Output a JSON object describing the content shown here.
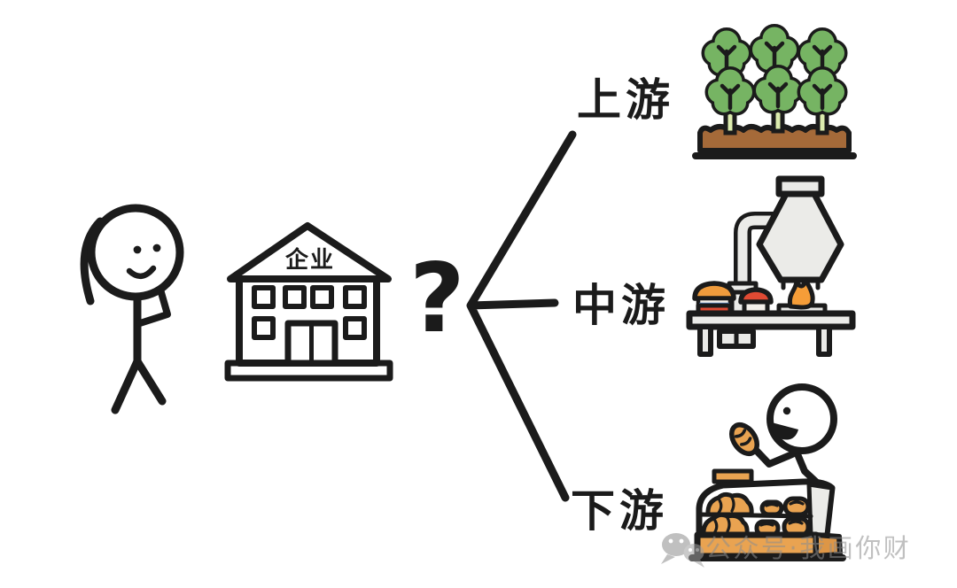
{
  "scene": {
    "background": "#ffffff",
    "watermark": {
      "icon": "wechat",
      "text": "公众号·我画你财"
    }
  },
  "diagram": {
    "subject_icon": "thinking-person",
    "company": {
      "icon": "office-building",
      "label": "企业"
    },
    "question_mark": "?",
    "branches": [
      {
        "id": "upstream",
        "label": "上游",
        "icon": "crop-field"
      },
      {
        "id": "midstream",
        "label": "中游",
        "icon": "processing-plant"
      },
      {
        "id": "downstream",
        "label": "下游",
        "icon": "bakery-stall"
      }
    ]
  },
  "colors": {
    "ink": "#1b1b1b",
    "leaf_green": "#76b463",
    "stem_green": "#dcecae",
    "soil_brown": "#a56a39",
    "machine_gray": "#ebebe8",
    "flame_orange": "#f59d38",
    "lid_orange": "#ef9b3c",
    "pot_red": "#e04a33",
    "pot_white": "#f4f0ea",
    "stripe_blue": "#5b8fd4",
    "bread_tan": "#e9a351",
    "bread_dark": "#dd9646",
    "watermark_gray": "#8e8e8e"
  }
}
